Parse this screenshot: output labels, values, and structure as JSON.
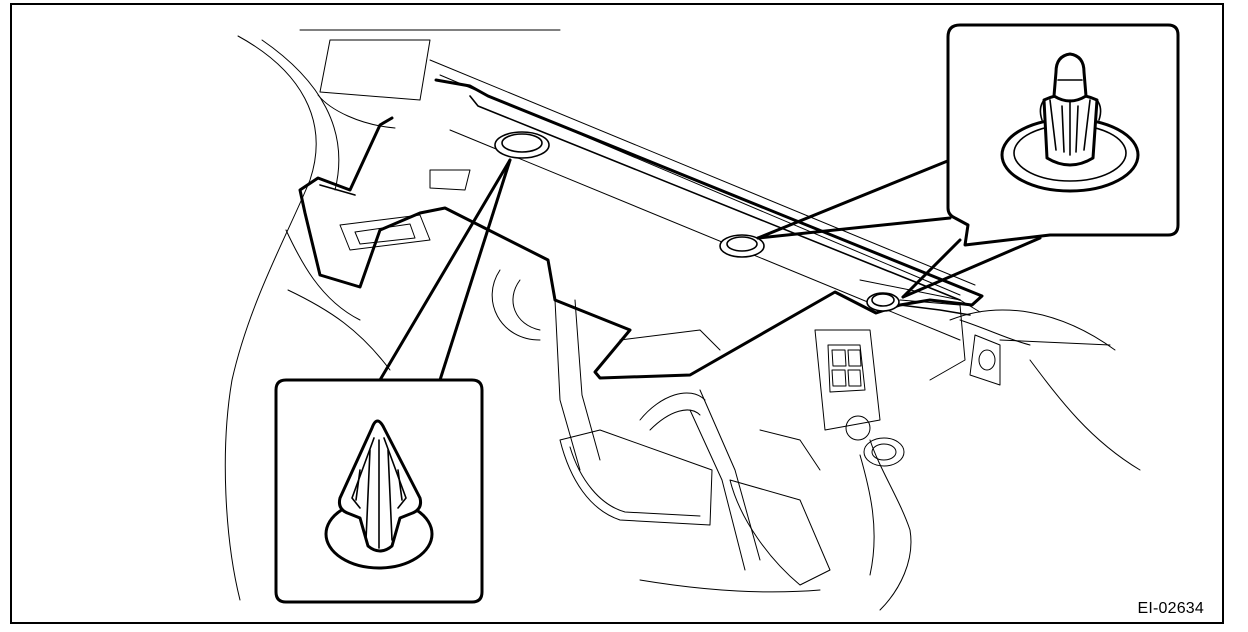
{
  "figure": {
    "code": "EI-02634"
  },
  "callouts": [
    {
      "name": "clip-detail-upper-right",
      "icon": "push-rivet-clip-icon"
    },
    {
      "name": "clip-detail-lower-left",
      "icon": "push-clip-icon"
    }
  ]
}
